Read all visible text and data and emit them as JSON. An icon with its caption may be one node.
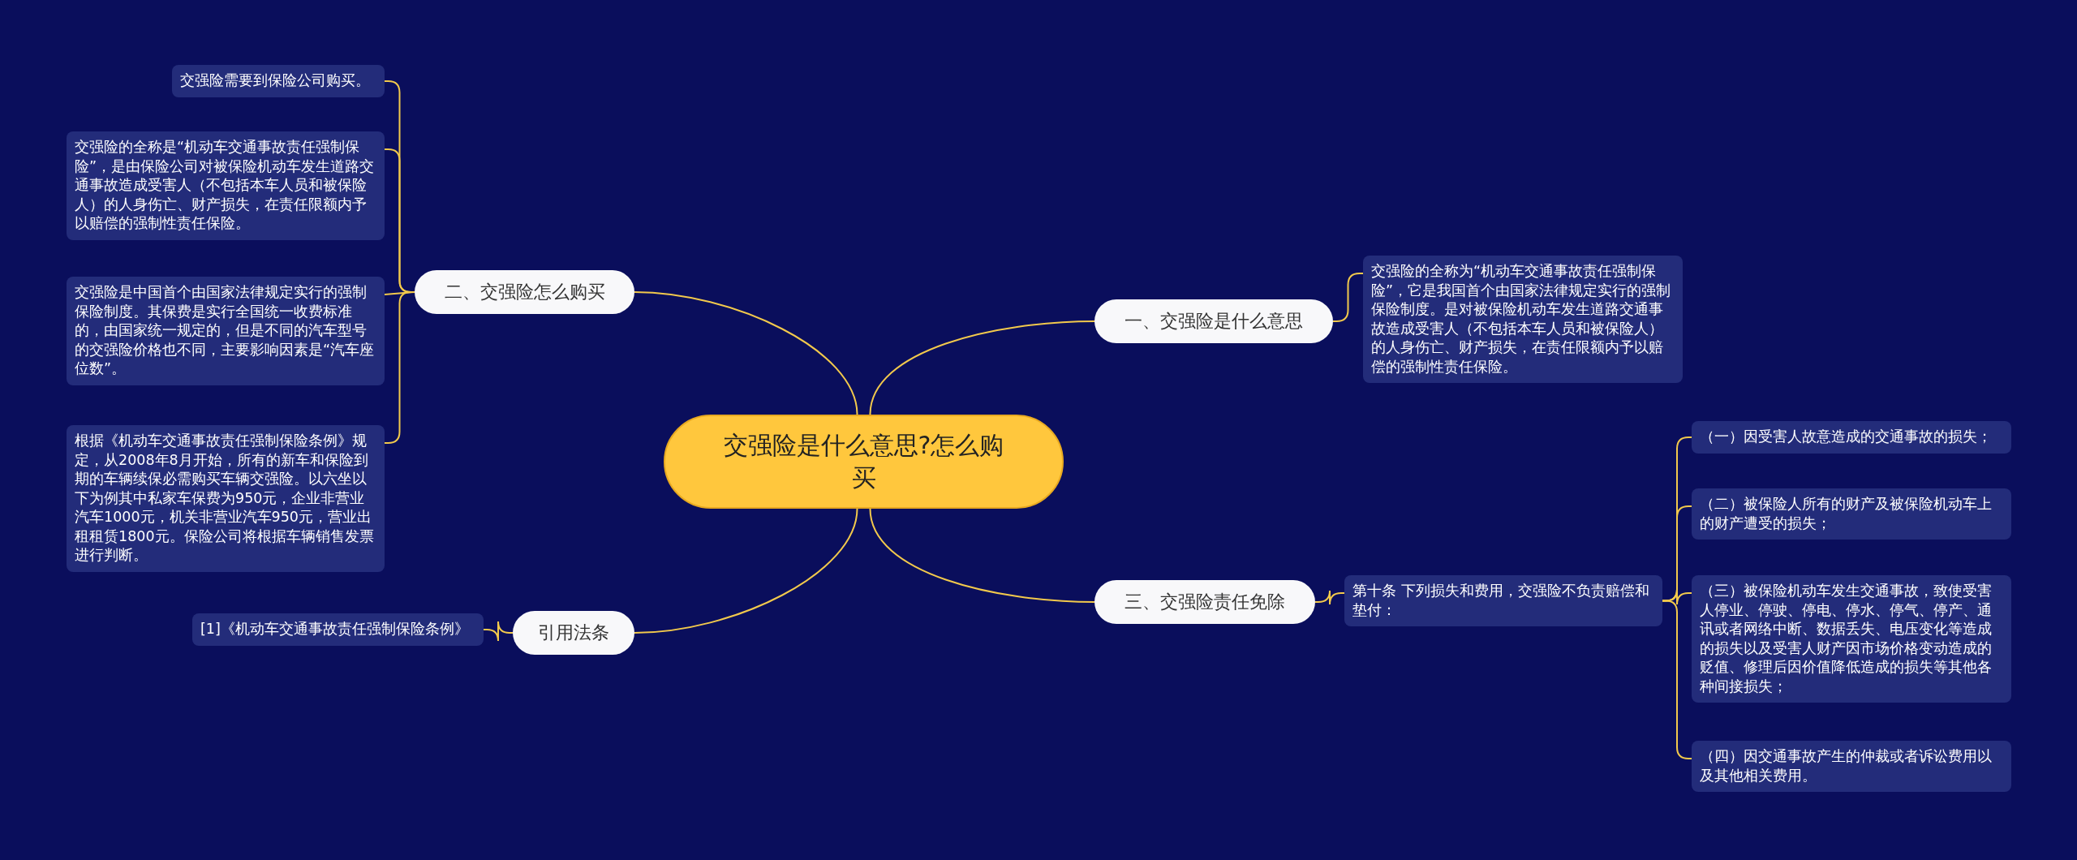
{
  "diagram": {
    "nodes": [
      {
        "text": [
          "交强险是什么意思?怎么购买"
        ]
      },
      {
        "text": [
          "一、交强险是什么意思"
        ]
      },
      {
        "text": [
          "交强险的全称为“机动车交通事故责任强制保险”，它是我国首个由国家法律规定实行的强制保险制度。是对被保险机动车发生道路交通事故造成受害人（不包括本车人员和被保险人）的人身伤亡、财产损失，在责任限额内予以赔偿的强制性责任保险。"
        ]
      },
      {
        "text": [
          "三、交强险责任免除"
        ]
      },
      {
        "text": [
          "第十条 下列损失和费用，交强险不负责赔偿和垫付："
        ]
      },
      {
        "text": [
          "（一）因受害人故意造成的交通事故的损失；"
        ]
      },
      {
        "text": [
          "（二）被保险人所有的财产及被保险机动车上的财产遭受的损失；"
        ]
      },
      {
        "text": [
          "（三）被保险机动车发生交通事故，致使受害人停业、停驶、停电、停水、停气、停产、通讯或者网络中断、数据丢失、电压变化等造成的损失以及受害人财产因市场价格变动造成的贬值、修理后因价值降低造成的损失等其他各种间接损失；"
        ]
      },
      {
        "text": [
          "（四）因交通事故产生的仲裁或者诉讼费用以及其他相关费用。"
        ]
      },
      {
        "text": [
          "二、交强险怎么购买"
        ]
      },
      {
        "text": [
          "交强险需要到保险公司购买。"
        ]
      },
      {
        "text": [
          "交强险的全称是“机动车交通事故责任强制保险”，是由保险公司对被保险机动车发生道路交通事故造成受害人（不包括本车人员和被保险人）的人身伤亡、财产损失，在责任限额内予以赔偿的强制性责任保险。"
        ]
      },
      {
        "text": [
          "交强险是中国首个由国家法律规定实行的强制保险制度。其保费是实行全国统一收费标准的，由国家统一规定的，但是不同的汽车型号的交强险价格也不同，主要影响因素是“汽车座位数”。"
        ]
      },
      {
        "text": [
          "根据《机动车交通事故责任强制保险条例》规定，从2008年8月开始，所有的新车和保险到期的车辆续保必需购买车辆交强险。以六坐以下为例其中私家车保费为950元，企业非营业汽车1000元，机关非营业汽车950元，营业出租租赁1800元。保险公司将根据车辆销售发票进行判断。"
        ]
      },
      {
        "text": [
          "引用法条"
        ]
      },
      {
        "text": [
          "[1]《机动车交通事故责任强制保险条例》"
        ]
      }
    ],
    "edges": [
      {
        "from": 0,
        "to": 1,
        "arrow": "none"
      },
      {
        "from": 1,
        "to": 2,
        "arrow": "none"
      },
      {
        "from": 0,
        "to": 3,
        "arrow": "none"
      },
      {
        "from": 3,
        "to": 4,
        "arrow": "none"
      },
      {
        "from": 4,
        "to": 5,
        "arrow": "none"
      },
      {
        "from": 4,
        "to": 6,
        "arrow": "none"
      },
      {
        "from": 4,
        "to": 7,
        "arrow": "none"
      },
      {
        "from": 4,
        "to": 8,
        "arrow": "none"
      },
      {
        "from": 0,
        "to": 9,
        "arrow": "none"
      },
      {
        "from": 9,
        "to": 10,
        "arrow": "none"
      },
      {
        "from": 9,
        "to": 11,
        "arrow": "none"
      },
      {
        "from": 9,
        "to": 12,
        "arrow": "none"
      },
      {
        "from": 9,
        "to": 13,
        "arrow": "none"
      },
      {
        "from": 0,
        "to": 14,
        "arrow": "none"
      },
      {
        "from": 14,
        "to": 15,
        "arrow": "none"
      }
    ]
  }
}
